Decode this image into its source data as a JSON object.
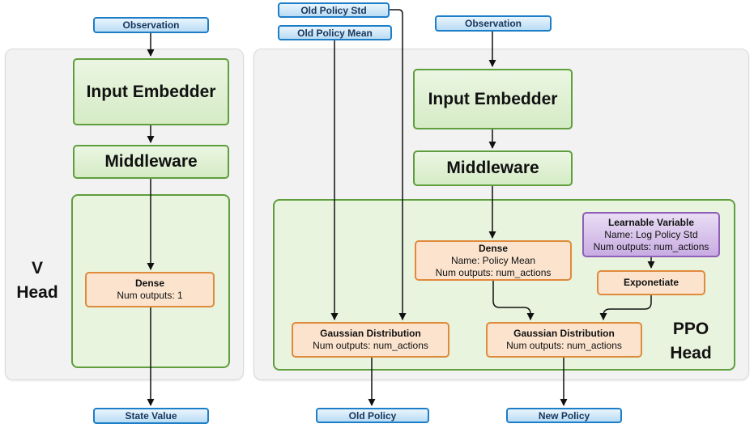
{
  "colors": {
    "blue_border": "#1d7ec8",
    "blue_fill_top": "#eaf5fd",
    "blue_fill_bottom": "#b9dcf4",
    "blue_text": "#17365d",
    "green_border": "#5f9e3d",
    "green_fill_top": "#ebf6e3",
    "green_fill_bottom": "#d5ebc5",
    "green_container_fill": "#e9f4df",
    "orange_border": "#e08a3c",
    "orange_fill": "#fbe3cd",
    "purple_border": "#8e5eb8",
    "purple_fill_top": "#e9ddf4",
    "purple_fill_bottom": "#c9ace2",
    "gray_container_fill": "#f2f2f2",
    "gray_container_border": "#d9d9d9",
    "arrow_color": "#111111",
    "text_dark": "#1a1a1a"
  },
  "v_head": {
    "observation": "Observation",
    "head_label_line1": "V",
    "head_label_line2": "Head",
    "input_embedder": "Input Embedder",
    "middleware": "Middleware",
    "dense": {
      "title": "Dense",
      "line2": "Num outputs: 1"
    },
    "state_value": "State Value"
  },
  "ppo_head": {
    "old_policy_std": "Old Policy Std",
    "old_policy_mean": "Old Policy Mean",
    "observation": "Observation",
    "input_embedder": "Input Embedder",
    "middleware": "Middleware",
    "dense": {
      "title": "Dense",
      "line2": "Name: Policy Mean",
      "line3": "Num outputs: num_actions"
    },
    "learnable_variable": {
      "title": "Learnable Variable",
      "line2": "Name: Log Policy Std",
      "line3": "Num outputs: num_actions"
    },
    "exponetiate": "Exponetiate",
    "gaussian_left": {
      "title": "Gaussian Distribution",
      "line2": "Num outputs: num_actions"
    },
    "gaussian_right": {
      "title": "Gaussian Distribution",
      "line2": "Num outputs: num_actions"
    },
    "head_label_line1": "PPO",
    "head_label_line2": "Head",
    "old_policy": "Old Policy",
    "new_policy": "New Policy"
  }
}
